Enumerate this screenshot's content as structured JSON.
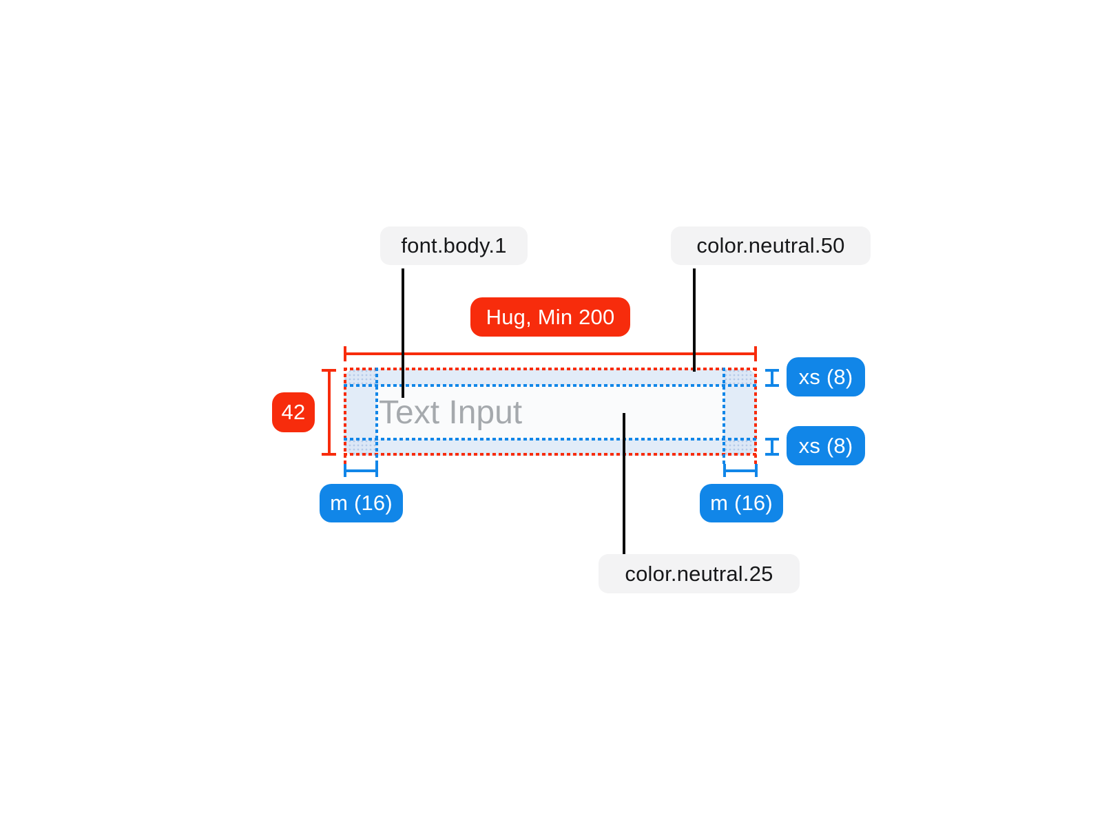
{
  "diagram": {
    "description_labels": {
      "font_token": "font.body.1",
      "border_color_token": "color.neutral.50",
      "background_color_token": "color.neutral.25"
    },
    "dimension_badges": {
      "width_constraint": "Hug, Min 200",
      "height_value": "42",
      "padding_top": "xs (8)",
      "padding_bottom": "xs (8)",
      "padding_left": "m (16)",
      "padding_right": "m (16)"
    },
    "input": {
      "placeholder": "Text Input"
    },
    "colors": {
      "redline": "#F72C0C",
      "blueline": "#1186E8",
      "label_background": "#F3F3F4",
      "label_text": "#17181A",
      "padding_overlay": "#E2ECF8",
      "field_background": "#FAFBFC",
      "placeholder_text": "#A5A9AD"
    }
  }
}
